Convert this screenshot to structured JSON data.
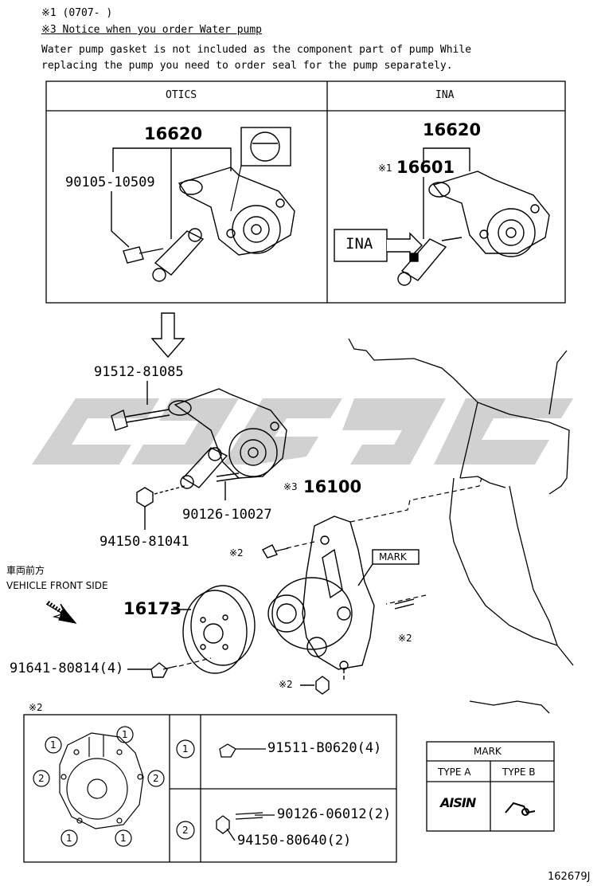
{
  "notes": {
    "note1": "※1 (0707-    )",
    "note3_title": "※3 Notice when you order Water pump",
    "note3_line1": "Water pump gasket is not included as the component part of pump While",
    "note3_line2": "replacing the pump you need to order seal for the pump separately."
  },
  "variants": {
    "otics_header": "OTICS",
    "ina_header": "INA",
    "otics_tensioner": "16620",
    "otics_bolt": "90105-10509",
    "ina_tensioner": "16620",
    "ina_prefix": "※1",
    "ina_part": "16601",
    "ina_label": "INA"
  },
  "parts": {
    "bolt_long": "91512-81085",
    "stud": "90126-10027",
    "nut": "94150-81041",
    "water_pump_prefix": "※3",
    "water_pump": "16100",
    "pulley": "16173",
    "pulley_bolt": "91641-80814(4)",
    "ref2_bolt": "※2",
    "ref2_stud": "※2",
    "ref2_nut": "※2",
    "mark_callout": "MARK",
    "front_jp": "車両前方",
    "front_en": "VEHICLE FRONT SIDE"
  },
  "detail": {
    "title": "※2",
    "circle1": "1",
    "circle2": "2",
    "row1_part": "91511-B0620(4)",
    "row2_part_a": "90126-06012(2)",
    "row2_part_b": "94150-80640(2)"
  },
  "mark_table": {
    "header": "MARK",
    "type_a": "TYPE A",
    "type_b": "TYPE B",
    "type_a_logo": "AISIN"
  },
  "watermark": "cars-japan logo",
  "figure_id": "162679J"
}
